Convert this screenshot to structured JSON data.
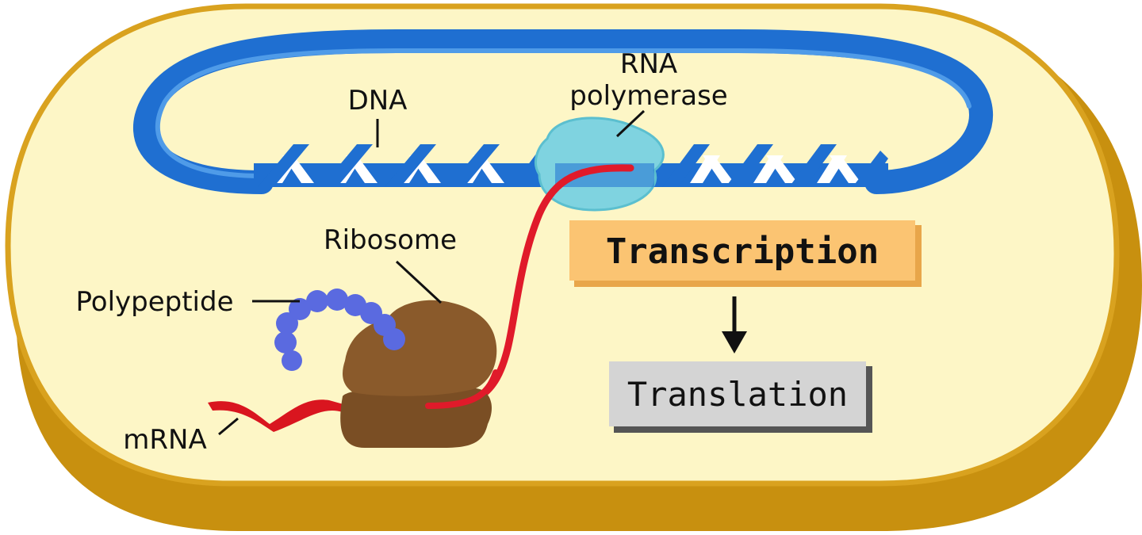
{
  "labels": {
    "dna": "DNA",
    "rna_polymerase_line1": "RNA",
    "rna_polymerase_line2": "polymerase",
    "ribosome": "Ribosome",
    "polypeptide": "Polypeptide",
    "mrna": "mRNA"
  },
  "process": {
    "step1": "Transcription",
    "step2": "Translation"
  },
  "colors": {
    "cell_fill": "#fdf6c6",
    "cell_border": "#d9a21f",
    "cell_shadow": "#c8900f",
    "dna": "#1f6fd1",
    "rna_polymerase": "#7fd3e0",
    "mrna": "#e01a2a",
    "ribosome": "#8a5a2b",
    "polypeptide": "#5a6ae0",
    "transcription_box": "#fbc472",
    "translation_box": "#d4d4d4"
  }
}
